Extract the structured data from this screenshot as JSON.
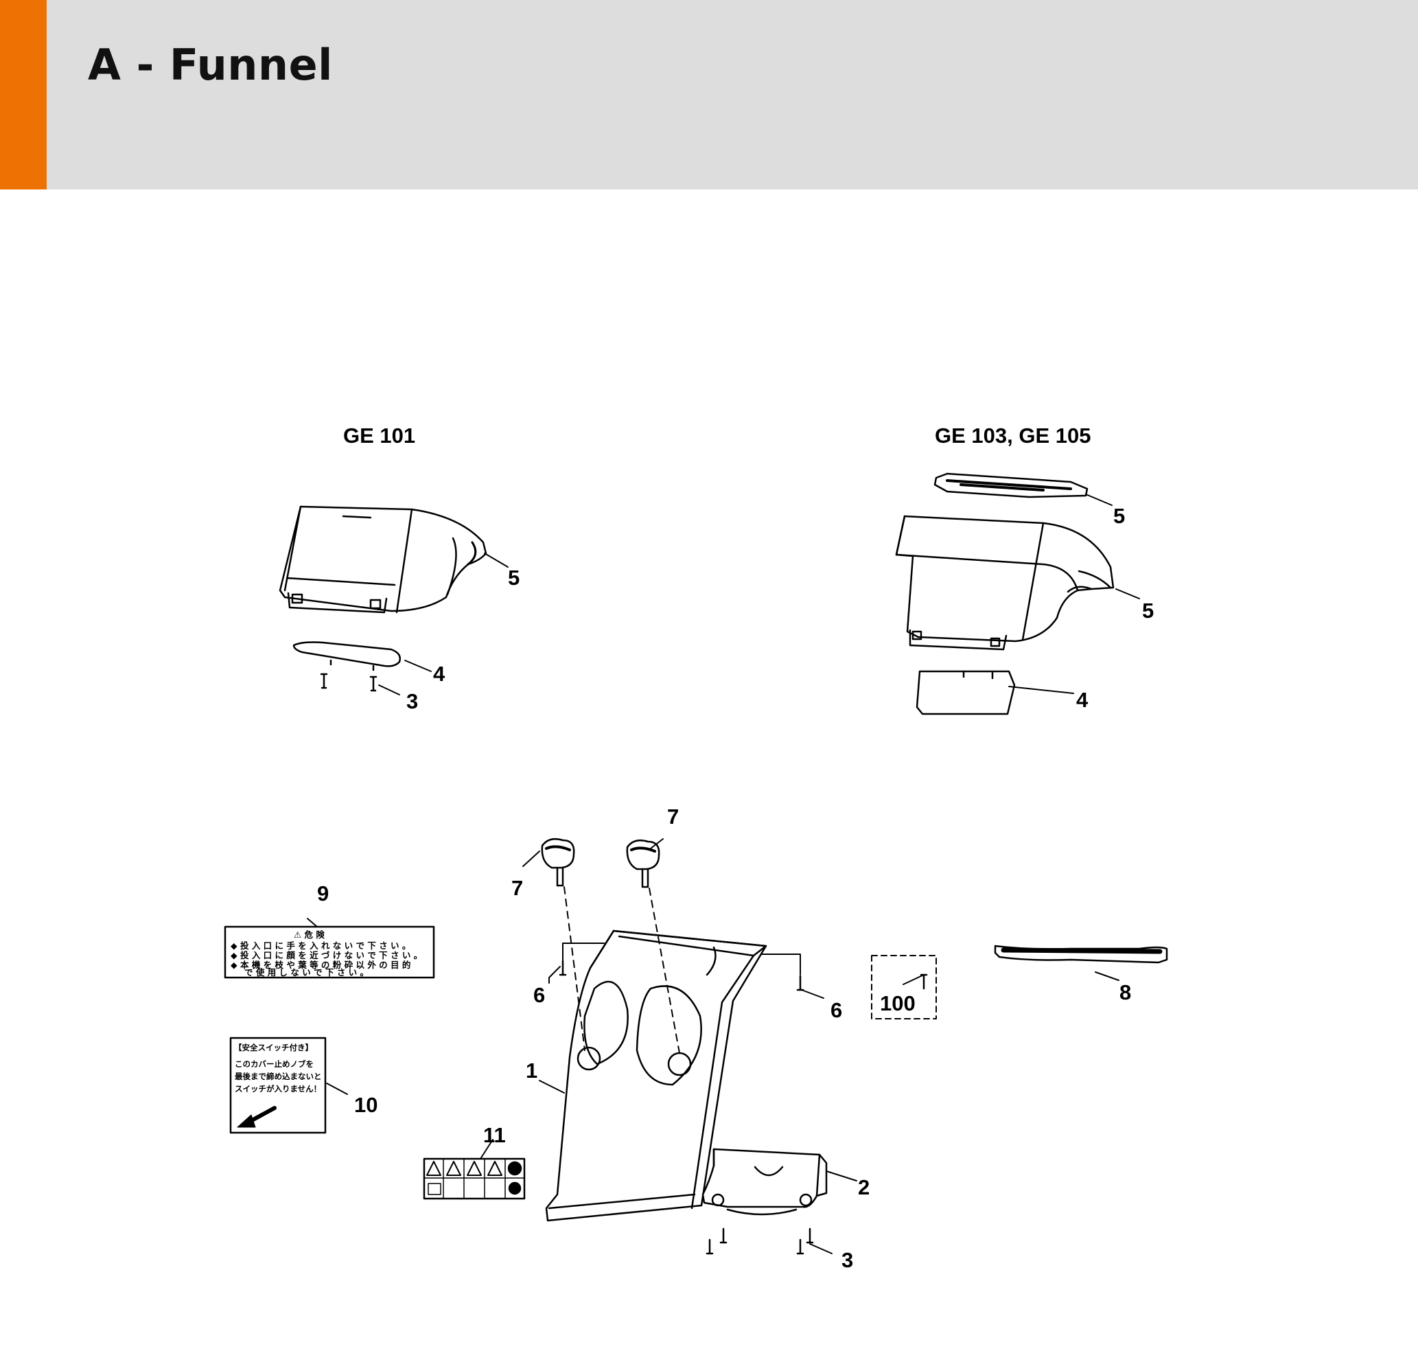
{
  "page": {
    "title": "A - Funnel"
  },
  "header": {
    "accent_color": "#ee7203",
    "background_color": "#dcdddc"
  },
  "sections": {
    "left": "GE 101",
    "right": "GE 103, GE 105"
  },
  "callouts": {
    "ge101_top_cover": "5",
    "ge101_flap": "4",
    "ge101_screw": "3",
    "ge10x_top_plate": "5",
    "ge10x_top_cover": "5",
    "ge10x_flap": "4",
    "knob_right": "7",
    "knob_left": "7",
    "decal_warning": "9",
    "screw_left": "6",
    "screw_right": "6",
    "kit_box": "100",
    "bar": "8",
    "funnel": "1",
    "decal_switch": "10",
    "decal_pictograms": "11",
    "bracket": "2",
    "bracket_screw": "3"
  },
  "decal_warning": {
    "heading": "⚠ 危 険",
    "lines": [
      "◆ 投 入 口 に 手 を 入 れ な い で 下 さ い 。",
      "◆ 投 入 口 に 顔 を 近 づ け な い で 下 さ い 。",
      "◆ 本 機 を 枝 や 葉 等 の 粉 砕 以 外 の 目 的",
      "で 使 用 し な い で 下 さ い 。"
    ]
  },
  "decal_switch": {
    "heading": "【安全スイッチ付き】",
    "lines": [
      "このカバー止めノブを",
      "最後まで締め込まないと",
      "スイッチが入りません！"
    ]
  }
}
